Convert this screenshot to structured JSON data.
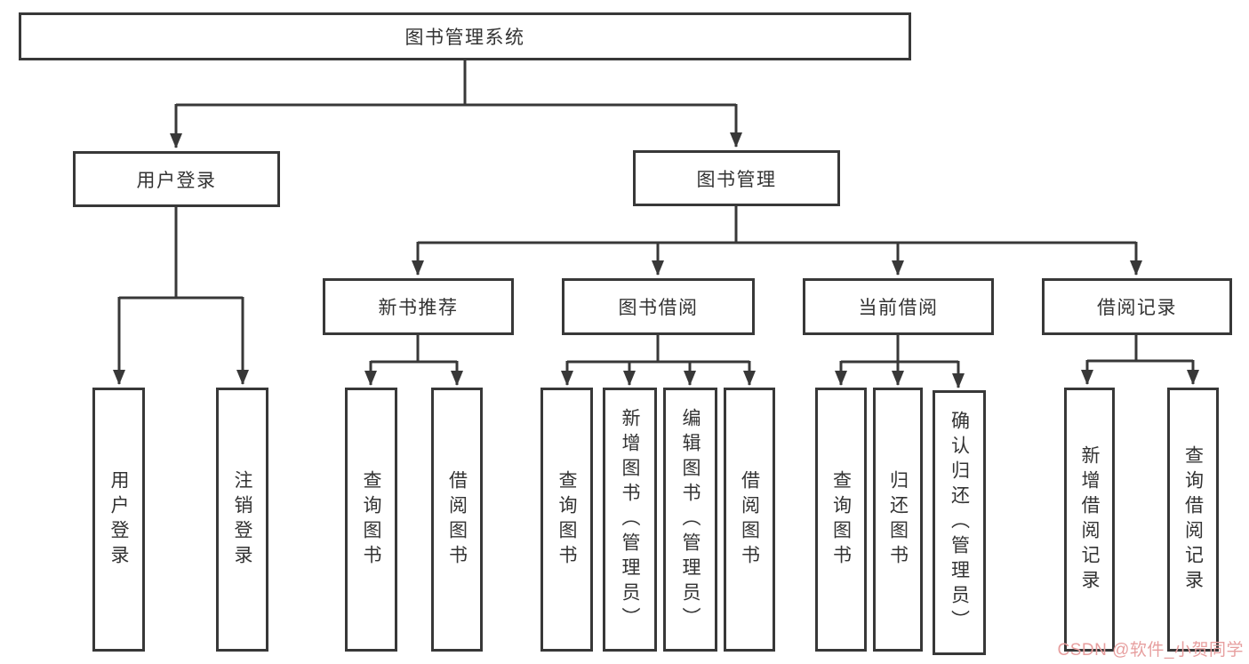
{
  "colors": {
    "line": "#383838",
    "box_border": "#383838",
    "text": "#333333",
    "watermark": "#e79f9f",
    "background": "#ffffff"
  },
  "diagram": {
    "root": {
      "label": "图书管理系统"
    },
    "branches": [
      {
        "label": "用户登录",
        "children": [
          {
            "label": "用户登录"
          },
          {
            "label": "注销登录"
          }
        ]
      },
      {
        "label": "图书管理",
        "children": [
          {
            "label": "新书推荐",
            "children": [
              {
                "label": "查询图书"
              },
              {
                "label": "借阅图书"
              }
            ]
          },
          {
            "label": "图书借阅",
            "children": [
              {
                "label": "查询图书"
              },
              {
                "label": "新增图书（管理员）"
              },
              {
                "label": "编辑图书（管理员）"
              },
              {
                "label": "借阅图书"
              }
            ]
          },
          {
            "label": "当前借阅",
            "children": [
              {
                "label": "查询图书"
              },
              {
                "label": "归还图书"
              },
              {
                "label": "确认归还（管理员）"
              }
            ]
          },
          {
            "label": "借阅记录",
            "children": [
              {
                "label": "新增借阅记录"
              },
              {
                "label": "查询借阅记录"
              }
            ]
          }
        ]
      }
    ]
  },
  "watermark": {
    "text": "CSDN @软件_小贺同学"
  }
}
